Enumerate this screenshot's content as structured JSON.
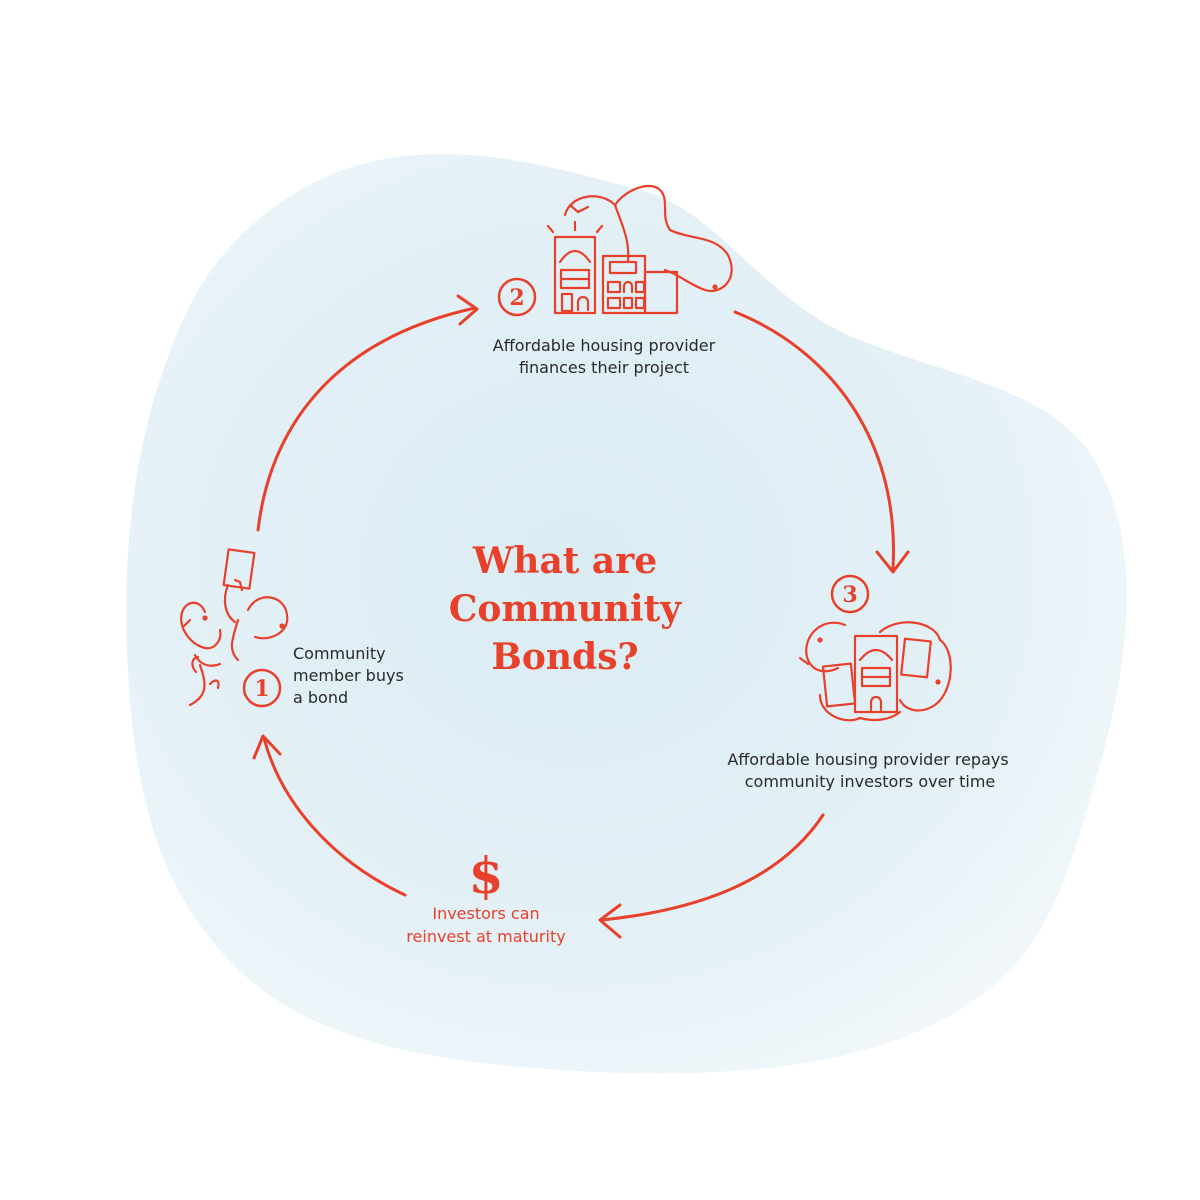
{
  "title": {
    "lines": [
      "What are",
      "Community",
      "Bonds?"
    ]
  },
  "steps": [
    {
      "number": "1",
      "lines": [
        "Community",
        "member buys",
        "a bond"
      ],
      "icon": "person-holding-bond-icon"
    },
    {
      "number": "2",
      "lines": [
        "Affordable housing provider",
        "finances their project"
      ],
      "icon": "housing-buildings-icon"
    },
    {
      "number": "3",
      "lines": [
        "Affordable housing provider repays",
        "community investors over time"
      ],
      "icon": "repay-investors-icon"
    }
  ],
  "reinvest": {
    "symbol": "$",
    "lines": [
      "Investors can",
      "reinvest at maturity"
    ],
    "icon": "dollar-icon"
  },
  "colors": {
    "accent": "#e8402a",
    "text": "#2a2a2a",
    "blob": "#d9ebf3"
  }
}
